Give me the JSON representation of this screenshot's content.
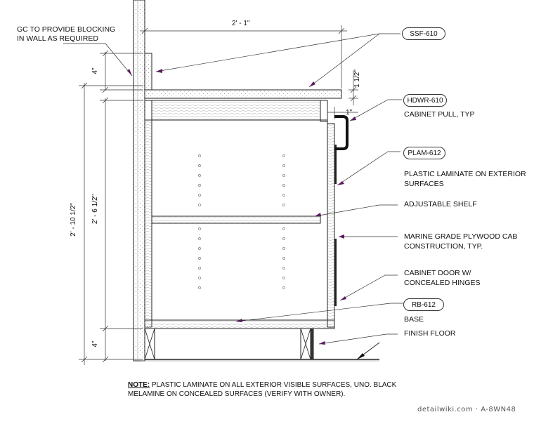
{
  "tags": {
    "countertop": "SSF-610",
    "pull": "HDWR-610",
    "laminate": "PLAM-612",
    "base": "RB-612"
  },
  "labels": {
    "blocking_line1": "GC TO PROVIDE BLOCKING",
    "blocking_line2": "IN WALL AS REQUIRED",
    "pull": "CABINET PULL, TYP",
    "laminate_line1": "PLASTIC LAMINATE ON EXTERIOR",
    "laminate_line2": "SURFACES",
    "shelf": "ADJUSTABLE SHELF",
    "plywood_line1": "MARINE GRADE PLYWOOD CAB",
    "plywood_line2": "CONSTRUCTION, TYP.",
    "door_line1": "CABINET DOOR W/",
    "door_line2": "CONCEALED HINGES",
    "base": "BASE",
    "floor": "FINISH FLOOR"
  },
  "dimensions": {
    "depth": "2' - 1\"",
    "splash": "4\"",
    "top_thickness": "1 1/2\"",
    "overhang": "1\"",
    "overall_height": "2' - 10 1/2\"",
    "box_height": "2' - 6 1/2\"",
    "toe_kick": "4\""
  },
  "note": {
    "heading": "NOTE:",
    "text": " PLASTIC LAMINATE ON ALL EXTERIOR VISIBLE SURFACES, UNO. BLACK MELAMINE ON CONCEALED SURFACES (VERIFY WITH OWNER)."
  },
  "credit": "detailwiki.com · A-8WN48"
}
